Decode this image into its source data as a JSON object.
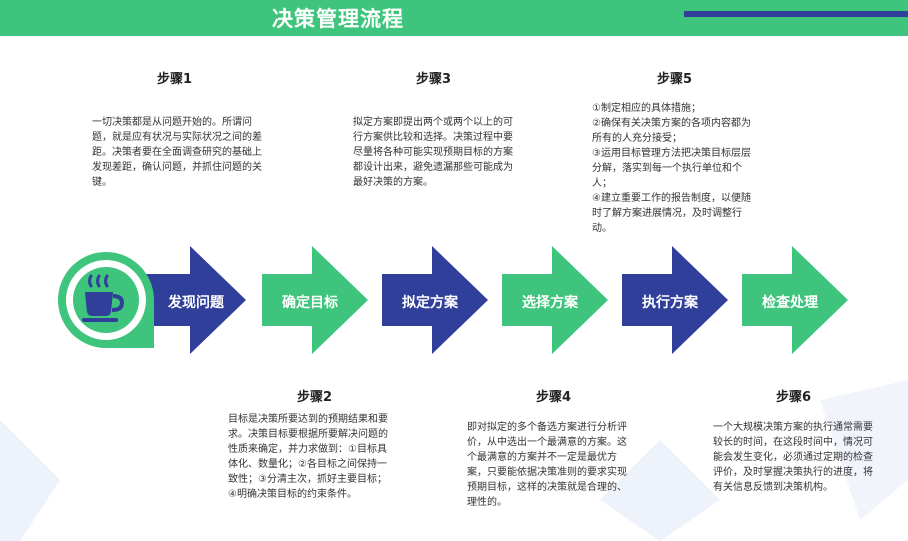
{
  "header": {
    "title": "决策管理流程"
  },
  "colors": {
    "green": "#3ec47c",
    "blue": "#2f3f9a",
    "white": "#ffffff"
  },
  "icon": {
    "name": "coffee-cup-icon"
  },
  "flow": [
    {
      "label": "发现问题",
      "color": "#2f3f9a"
    },
    {
      "label": "确定目标",
      "color": "#3ec47c"
    },
    {
      "label": "拟定方案",
      "color": "#2f3f9a"
    },
    {
      "label": "选择方案",
      "color": "#3ec47c"
    },
    {
      "label": "执行方案",
      "color": "#2f3f9a"
    },
    {
      "label": "检查处理",
      "color": "#3ec47c"
    }
  ],
  "steps": [
    {
      "title": "步骤1",
      "text": "一切决策都是从问题开始的。所谓问题，就是应有状况与实际状况之间的差距。决策者要在全面调查研究的基础上发现差距，确认问题，并抓住问题的关键。"
    },
    {
      "title": "步骤2",
      "text": "目标是决策所要达到的预期结果和要求。决策目标要根据所要解决问题的性质来确定，并力求做到：①目标具体化、数量化；②各目标之间保持一致性；③分清主次，抓好主要目标；④明确决策目标的约束条件。"
    },
    {
      "title": "步骤3",
      "text": "拟定方案即提出两个或两个以上的可行方案供比较和选择。决策过程中要尽量将各种可能实现预期目标的方案都设计出来，避免遗漏那些可能成为最好决策的方案。"
    },
    {
      "title": "步骤4",
      "text": "即对拟定的多个备选方案进行分析评价，从中选出一个最满意的方案。这个最满意的方案并不一定是最优方案，只要能依据决策准则的要求实现预期目标，这样的决策就是合理的、理性的。"
    },
    {
      "title": "步骤5",
      "lines": [
        "①制定相应的具体措施；",
        "②确保有关决策方案的各项内容都为所有的人充分接受；",
        "③运用目标管理方法把决策目标层层分解，落实到每一个执行单位和个人；",
        "④建立重要工作的报告制度，以便随时了解方案进展情况，及时调整行动。"
      ]
    },
    {
      "title": "步骤6",
      "text": "一个大规模决策方案的执行通常需要较长的时间，在这段时间中，情况可能会发生变化，必须通过定期的检查评价，及时掌握决策执行的进度，将有关信息反馈到决策机构。"
    }
  ]
}
